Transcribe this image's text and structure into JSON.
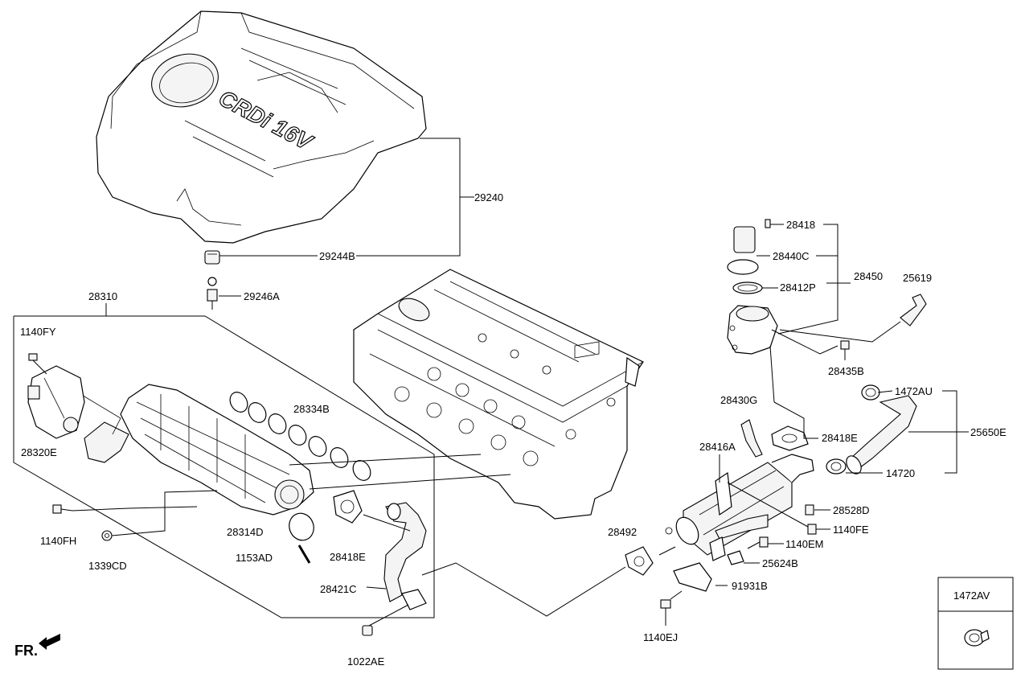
{
  "labels": {
    "p29240": "29240",
    "p29244B": "29244B",
    "p29246A": "29246A",
    "p28310": "28310",
    "p1140FY": "1140FY",
    "p28320E": "28320E",
    "p28334B": "28334B",
    "p28314D": "28314D",
    "p1153AD": "1153AD",
    "p1140FH": "1140FH",
    "p1339CD": "1339CD",
    "p28418E_a": "28418E",
    "p28421C": "28421C",
    "p1022AE": "1022AE",
    "p28418": "28418",
    "p28440C": "28440C",
    "p28450": "28450",
    "p28412P": "28412P",
    "p25619": "25619",
    "p28435B": "28435B",
    "p1472AU": "1472AU",
    "p28430G": "28430G",
    "p28418E_b": "28418E",
    "p25650E": "25650E",
    "p28416A": "28416A",
    "p14720": "14720",
    "p28528D": "28528D",
    "p28492": "28492",
    "p1140FE": "1140FE",
    "p1140EM": "1140EM",
    "p25624B": "25624B",
    "p91931B": "91931B",
    "p1140EJ": "1140EJ",
    "p1472AV": "1472AV"
  },
  "cover_logo": "CRDi 16V",
  "direction_label": "FR."
}
